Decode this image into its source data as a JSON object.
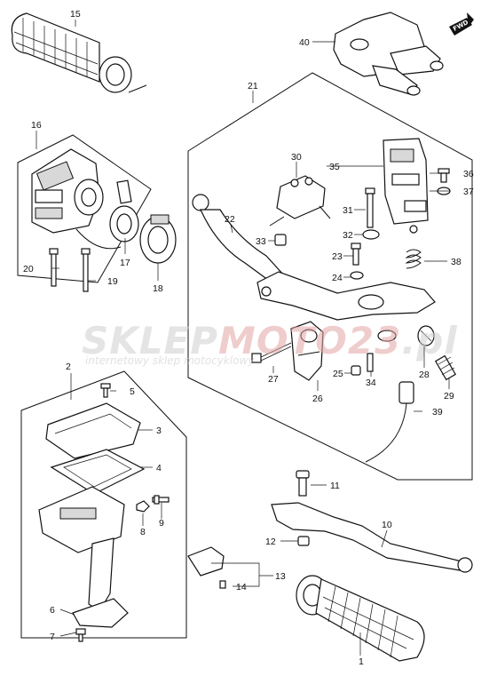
{
  "callouts": [
    {
      "id": "c1",
      "text": "1"
    },
    {
      "id": "c2",
      "text": "2"
    },
    {
      "id": "c3",
      "text": "3"
    },
    {
      "id": "c4",
      "text": "4"
    },
    {
      "id": "c5",
      "text": "5"
    },
    {
      "id": "c6",
      "text": "6"
    },
    {
      "id": "c7",
      "text": "7"
    },
    {
      "id": "c8",
      "text": "8"
    },
    {
      "id": "c9",
      "text": "9"
    },
    {
      "id": "c10",
      "text": "10"
    },
    {
      "id": "c11",
      "text": "11"
    },
    {
      "id": "c12",
      "text": "12"
    },
    {
      "id": "c13",
      "text": "13"
    },
    {
      "id": "c14",
      "text": "14"
    },
    {
      "id": "c15",
      "text": "15"
    },
    {
      "id": "c16",
      "text": "16"
    },
    {
      "id": "c17",
      "text": "17"
    },
    {
      "id": "c18",
      "text": "18"
    },
    {
      "id": "c19",
      "text": "19"
    },
    {
      "id": "c20",
      "text": "20"
    },
    {
      "id": "c21",
      "text": "21"
    },
    {
      "id": "c22",
      "text": "22"
    },
    {
      "id": "c23",
      "text": "23"
    },
    {
      "id": "c24",
      "text": "24"
    },
    {
      "id": "c25",
      "text": "25"
    },
    {
      "id": "c26",
      "text": "26"
    },
    {
      "id": "c27",
      "text": "27"
    },
    {
      "id": "c28",
      "text": "28"
    },
    {
      "id": "c29",
      "text": "29"
    },
    {
      "id": "c30",
      "text": "30"
    },
    {
      "id": "c31",
      "text": "31"
    },
    {
      "id": "c32",
      "text": "32"
    },
    {
      "id": "c33",
      "text": "33"
    },
    {
      "id": "c34",
      "text": "34"
    },
    {
      "id": "c35",
      "text": "35"
    },
    {
      "id": "c36",
      "text": "36"
    },
    {
      "id": "c37",
      "text": "37"
    },
    {
      "id": "c38",
      "text": "38"
    },
    {
      "id": "c39",
      "text": "39"
    },
    {
      "id": "c40",
      "text": "40"
    }
  ],
  "watermark": {
    "brand_part1": "SKLEP",
    "brand_part2": "MOTO",
    "brand_part3": "23",
    "brand_part4": ".pl",
    "tagline": "internetowy sklep motocyklowy",
    "color_primary": "#e3a6a6",
    "color_secondary": "#cfcfcf"
  },
  "direction_badge": {
    "text": "FWD",
    "color": "#111111"
  },
  "colors": {
    "line": "#111111",
    "fill": "#ffffff",
    "shade": "#d8d8d8"
  }
}
